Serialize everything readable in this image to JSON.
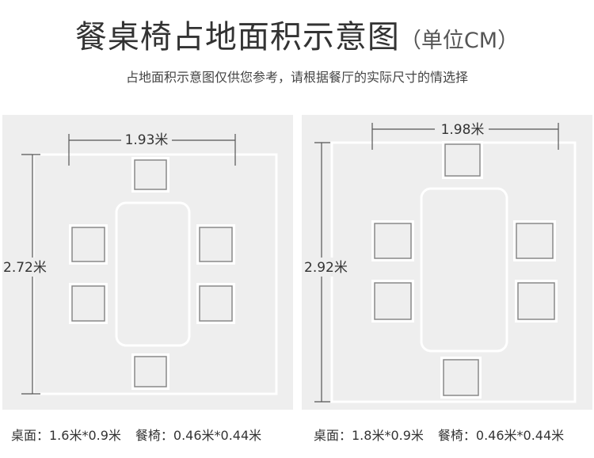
{
  "header": {
    "title": "餐桌椅占地面积示意图",
    "unit": "（单位CM）",
    "subtitle": "占地面积示意图仅供您参考，请根据餐厅的实际尺寸的情选择"
  },
  "diagrams": [
    {
      "width_label": "1.93米",
      "height_label": "2.72米",
      "table_label": "桌面：1.6米*0.9米",
      "chair_label": "餐椅：0.46米*0.44米"
    },
    {
      "width_label": "1.98米",
      "height_label": "2.92米",
      "table_label": "桌面：1.8米*0.9米",
      "chair_label": "餐椅：0.46米*0.44米"
    }
  ],
  "colors": {
    "panel_background": "#eeeeee",
    "outline": "#ffffff",
    "chair_border": "#888888",
    "dimension_line": "#555555"
  }
}
